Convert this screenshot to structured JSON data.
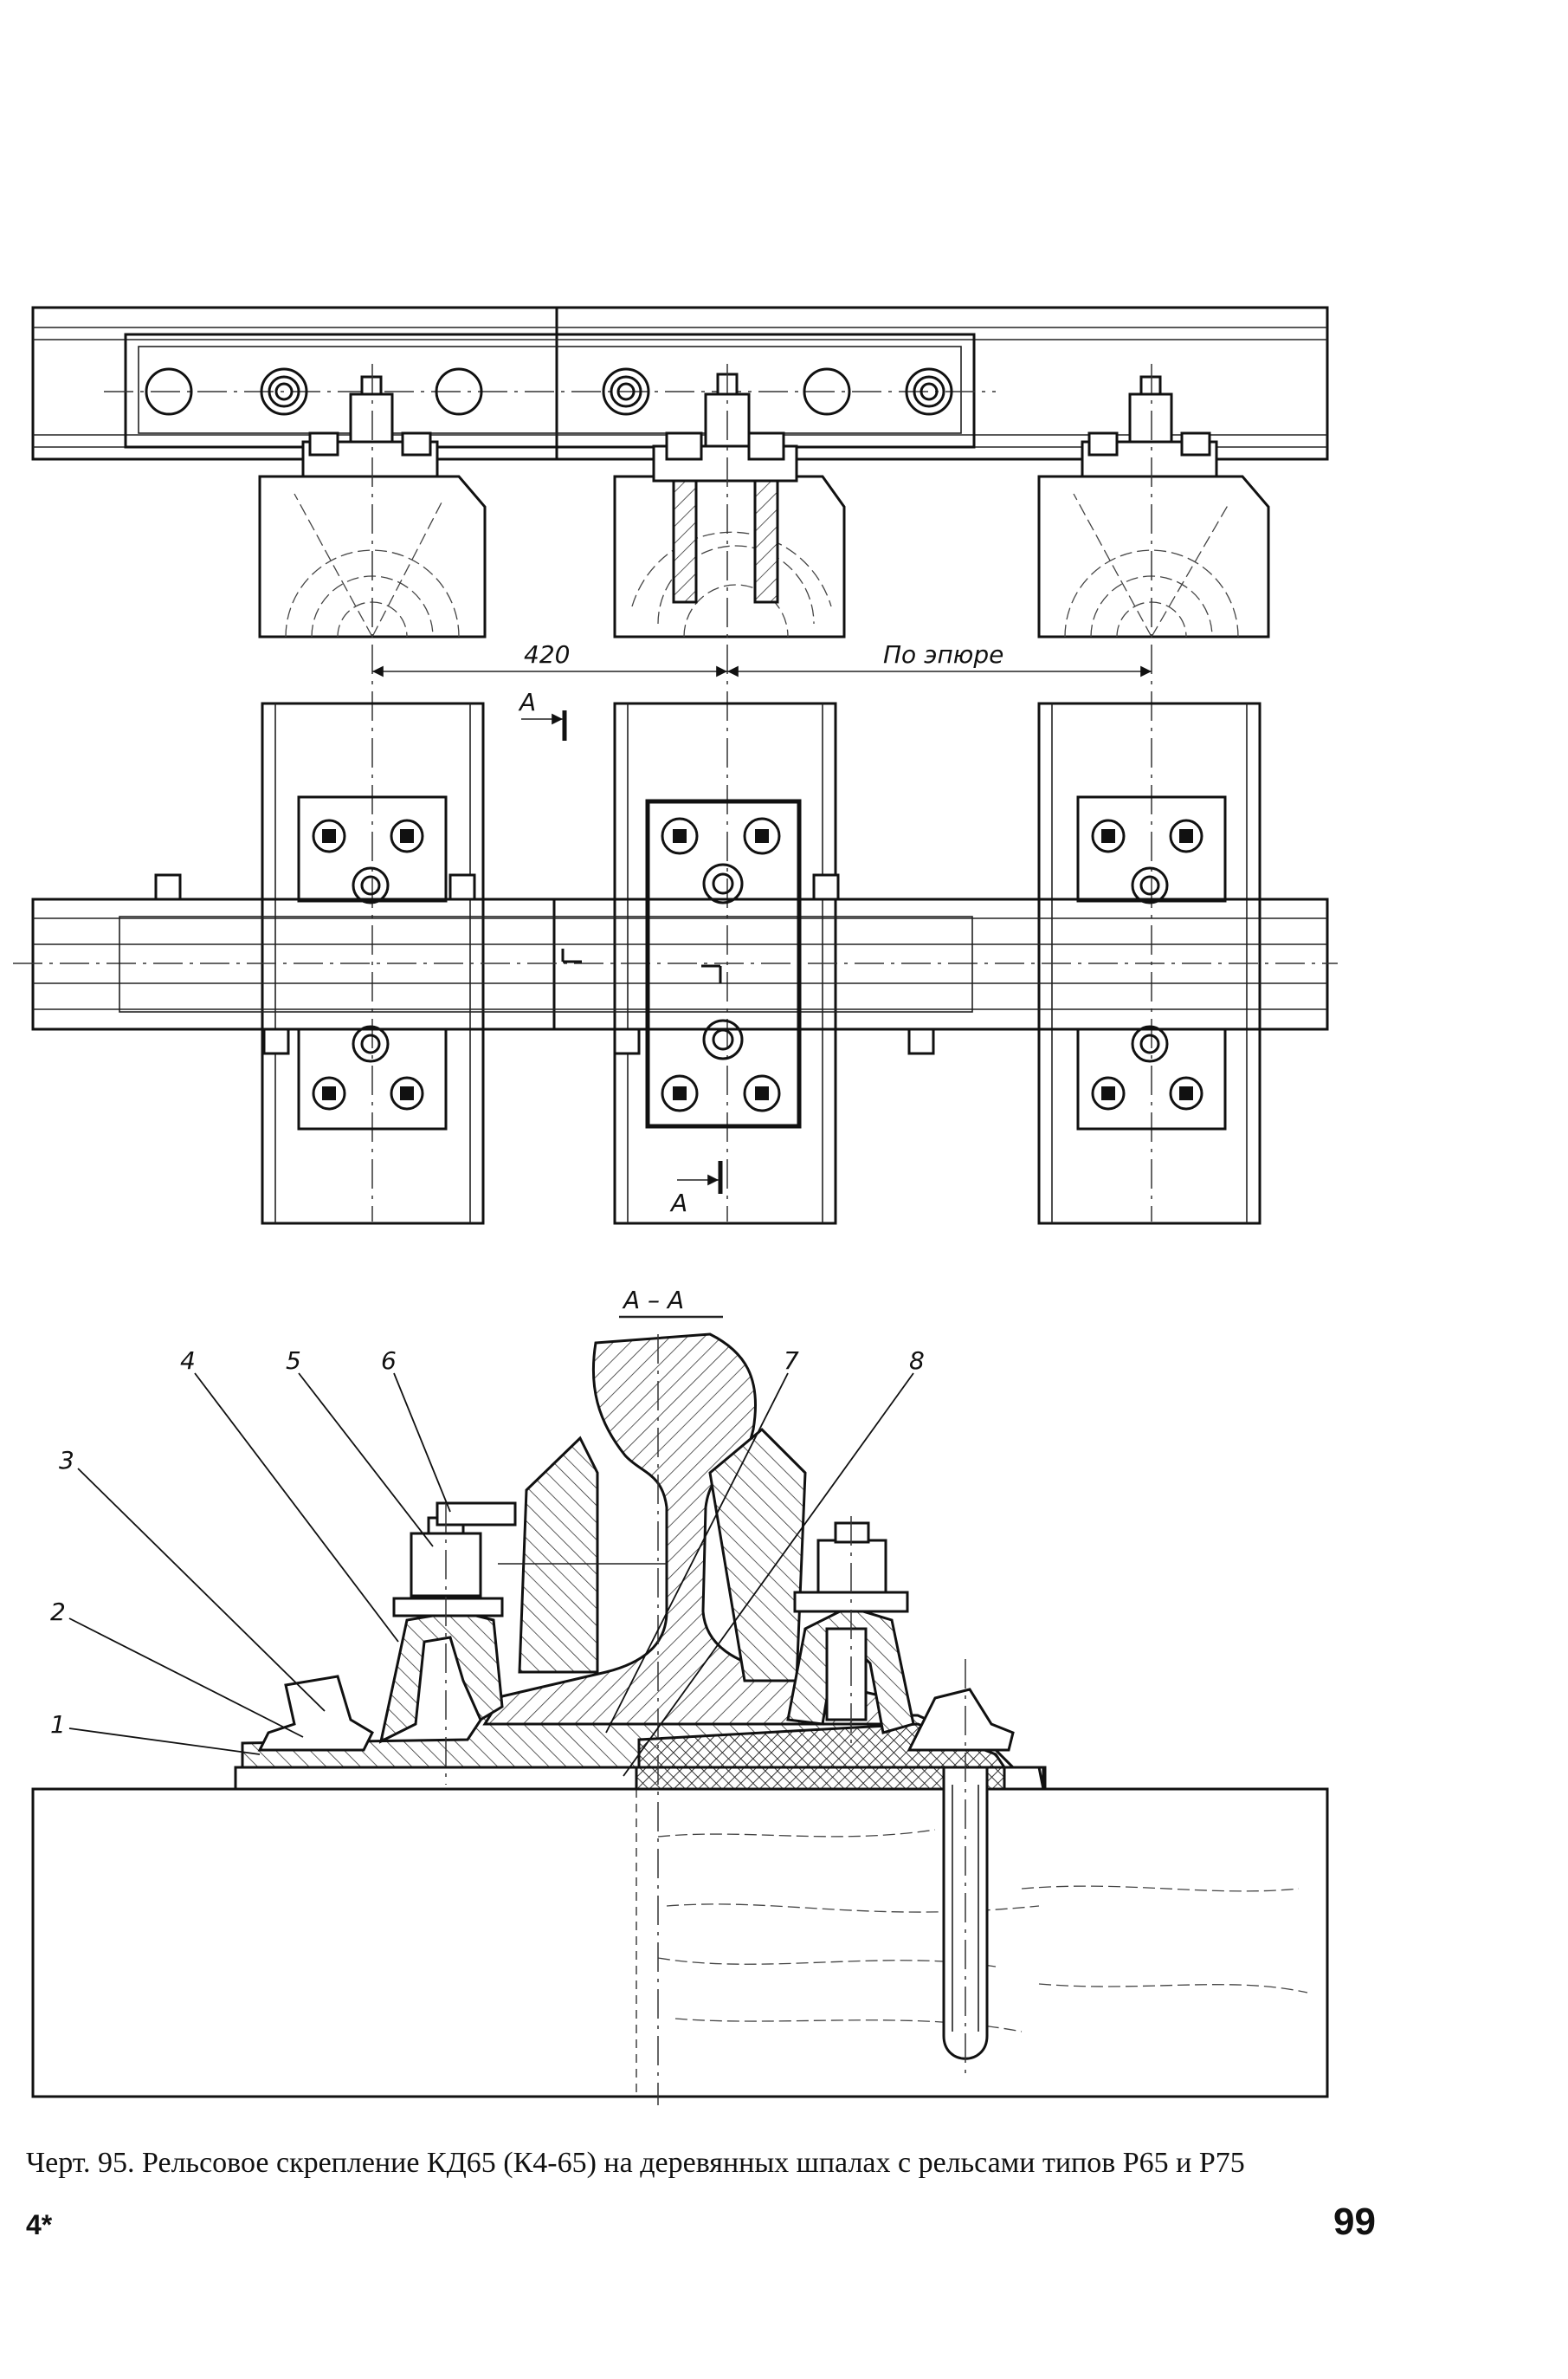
{
  "diagram": {
    "dimension_left": "420",
    "dimension_right": "По эпюре",
    "section_mark_letter": "А",
    "section_title": "А – А",
    "part_numbers": [
      "1",
      "2",
      "3",
      "4",
      "5",
      "6",
      "7",
      "8"
    ]
  },
  "caption": "Черт. 95. Рельсовое скрепление КД65 (К4-65) на деревянных шпалах с рельсами типов Р65 и Р75",
  "footer": {
    "signature_mark": "4*",
    "page_number": "99"
  }
}
